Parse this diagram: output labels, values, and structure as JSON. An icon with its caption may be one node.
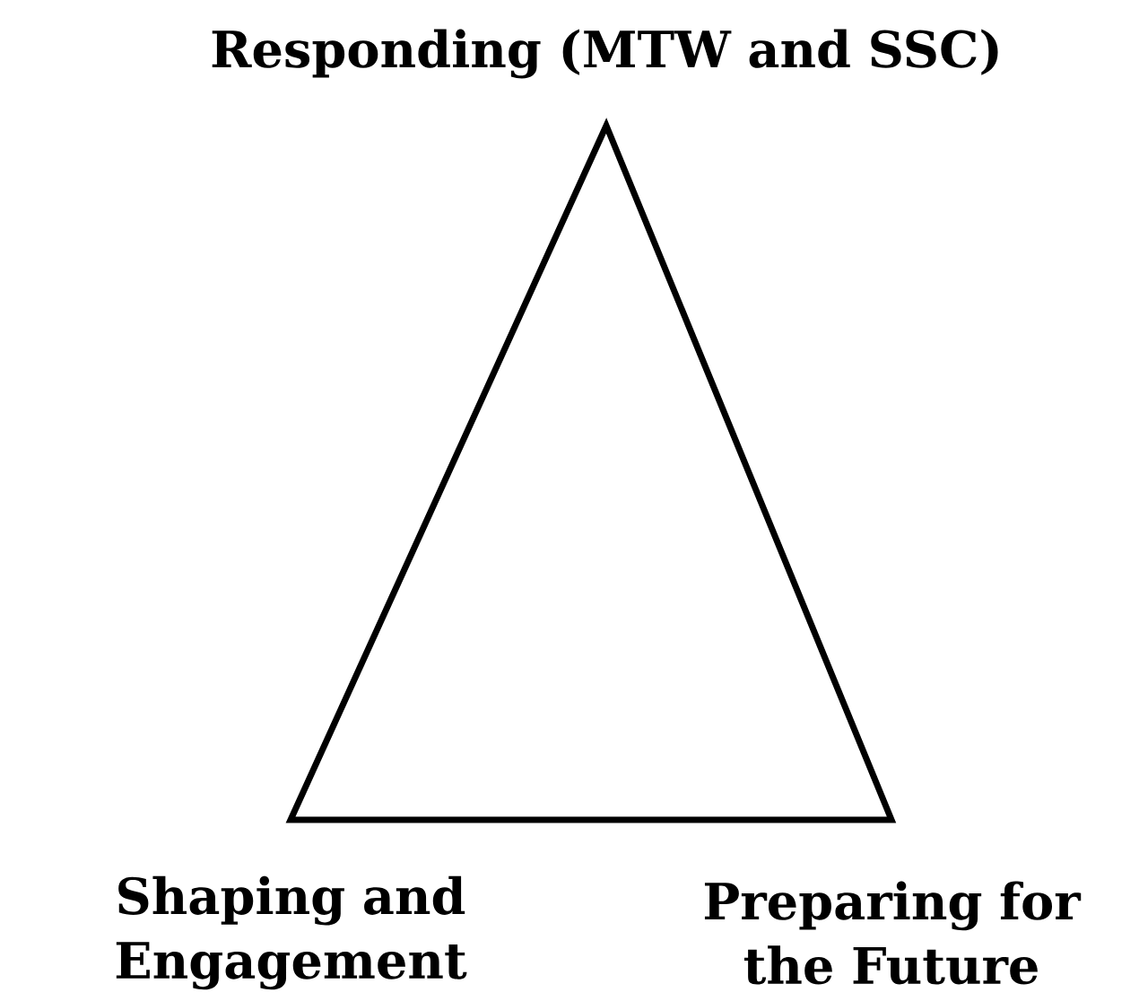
{
  "diagram": {
    "nodes": [
      {
        "text": [],
        "shape": "triangle",
        "beside": [
          "Responding (MTW and SSC)",
          "Shaping and Engagement",
          "Preparing for the Future"
        ]
      }
    ]
  }
}
